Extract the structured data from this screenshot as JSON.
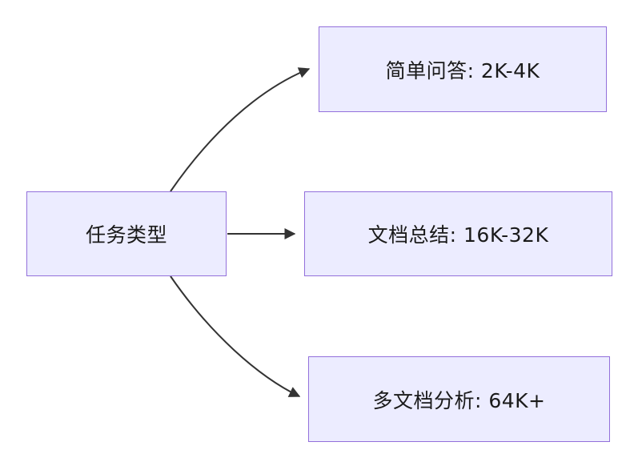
{
  "diagram": {
    "type": "flowchart-left-to-right",
    "root": {
      "label": "任务类型"
    },
    "children": [
      {
        "label": "简单问答: 2K-4K"
      },
      {
        "label": "文档总结: 16K-32K"
      },
      {
        "label": "多文档分析: 64K+"
      }
    ],
    "colors": {
      "node_fill": "#ECECFF",
      "node_border": "#9370DB",
      "edge": "#333333",
      "text": "#1A1A1A",
      "background": "#FFFFFF"
    }
  }
}
